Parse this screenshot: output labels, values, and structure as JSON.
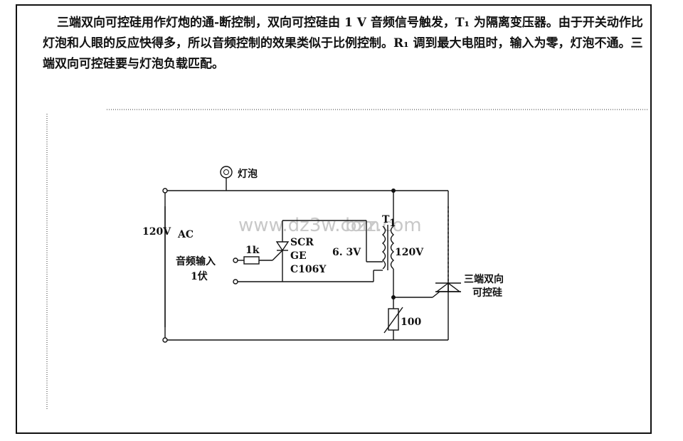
{
  "description": {
    "paragraph": "三端双向可控硅用作灯炮的通-断控制，双向可控硅由 1 V 音频信号触发，T₁ 为隔离变压器。由于开关动作比灯泡和人眼的反应快得多，所以音频控制的效果类似于比例控制。R₁ 调到最大电阻时，输入为零，灯泡不通。三端双向可控硅要与灯泡负载匹配。"
  },
  "circuit": {
    "lamp_label": "灯泡",
    "supply_label": "120V",
    "supply_sub": "AC",
    "input_label": "音频输入",
    "input_value": "1伏",
    "resistor_label": "1k",
    "scr_line1": "SCR",
    "scr_line2": "GE",
    "scr_line3": "C106Y",
    "transformer_label": "T",
    "transformer_sub": "1",
    "primary_voltage": "6. 3V",
    "secondary_voltage": "120V",
    "triac_line1": "三端双向",
    "triac_line2": "可控硅",
    "pot_label": "100"
  },
  "watermark": {
    "left": "www.dz3w.com",
    "right": "bzz.com"
  }
}
